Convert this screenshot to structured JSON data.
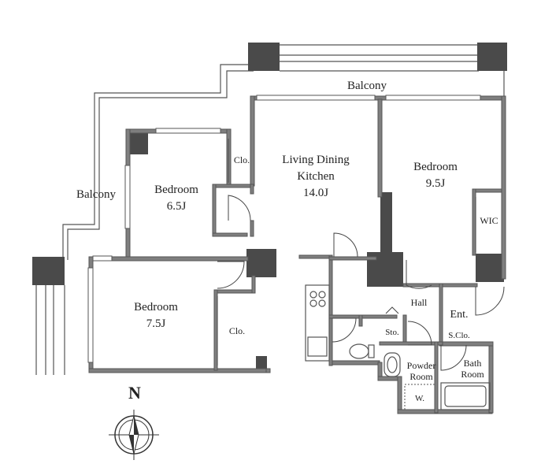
{
  "rooms": {
    "balcony_top": "Balcony",
    "balcony_left": "Balcony",
    "living_line1": "Living Dining",
    "living_line2": "Kitchen",
    "living_size": "14.0J",
    "bedroom_ne": "Bedroom",
    "bedroom_ne_size": "9.5J",
    "wic": "WIC",
    "bedroom_nw": "Bedroom",
    "bedroom_nw_size": "6.5J",
    "clo_upper": "Clo.",
    "bedroom_sw": "Bedroom",
    "bedroom_sw_size": "7.5J",
    "clo_lower": "Clo.",
    "hall": "Hall",
    "ent": "Ent.",
    "sclo": "S.Clo.",
    "sto": "Sto.",
    "powder_line1": "Powder",
    "powder_line2": "Room",
    "bath_line1": "Bath",
    "bath_line2": "Room",
    "washer": "W."
  },
  "compass": {
    "label": "N"
  },
  "colors": {
    "wall": "#7f7f7f",
    "pillar": "#4a4a4a",
    "line": "#555555"
  }
}
